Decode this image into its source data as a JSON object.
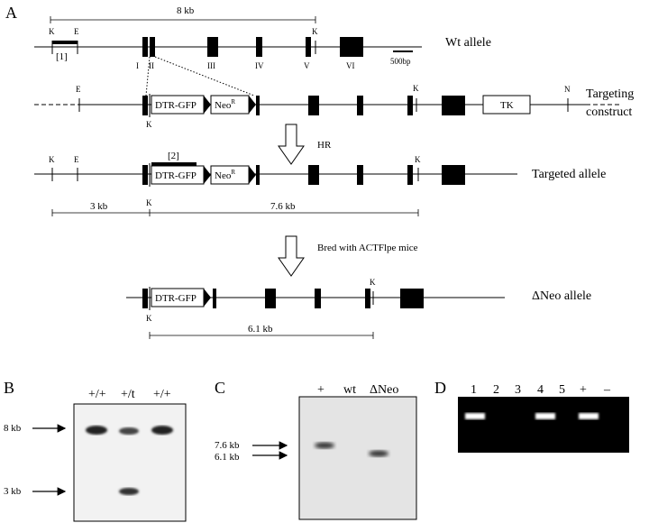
{
  "panels": {
    "a": "A",
    "b": "B",
    "c": "C",
    "d": "D"
  },
  "alleles": {
    "wt": "Wt allele",
    "targeting_line1": "Targeting",
    "targeting_line2": "construct",
    "targeted": "Targeted allele",
    "delta_neo": "ΔNeo allele"
  },
  "sizes": {
    "wt_span": "8 kb",
    "targeted_left": "3 kb",
    "targeted_right": "7.6 kb",
    "delta_neo_span": "6.1 kb",
    "scale_bar": "500bp"
  },
  "probes": {
    "probe1": "[1]",
    "probe2": "[2]"
  },
  "exons": [
    "I",
    "II",
    "III",
    "IV",
    "V",
    "VI"
  ],
  "sites": {
    "k": "K",
    "e": "E",
    "n": "N"
  },
  "cassettes": {
    "dtr_gfp": "DTR-GFP",
    "neo": "Neo",
    "neo_sup": "R",
    "tk": "TK"
  },
  "steps": {
    "hr": "HR",
    "bred": "Bred with ACTFlpe mice"
  },
  "blot_b": {
    "lanes": [
      "+/+",
      "+/t",
      "+/+"
    ],
    "markers": [
      "8 kb",
      "3 kb"
    ]
  },
  "blot_c": {
    "lanes": [
      "+",
      "wt",
      "ΔNeo"
    ],
    "markers": [
      "7.6 kb",
      "6.1 kb"
    ]
  },
  "gel_d": {
    "lanes": [
      "1",
      "2",
      "3",
      "4",
      "5",
      "+",
      "–"
    ]
  }
}
